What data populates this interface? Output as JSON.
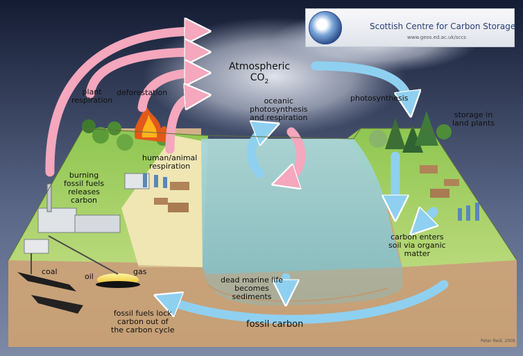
{
  "header": {
    "logo": {
      "name": "sccs-logo-globe",
      "text": ""
    },
    "title": "Scottish Centre for Carbon Storage",
    "url": "www.geos.ed.ac.uk/sccs"
  },
  "atmosphere": {
    "label_main": "Atmospheric",
    "label_co2": "CO",
    "label_sub": "2"
  },
  "labels": {
    "plant_respiration": [
      "plant",
      "respiration"
    ],
    "deforestation": "deforestation",
    "oceanic": [
      "oceanic",
      "photosynthesis",
      "and respiration"
    ],
    "photosynthesis": "photosynthesis",
    "storage_land_plants": [
      "storage in",
      "land plants"
    ],
    "burning_fossil_fuels": [
      "burning",
      "fossil fuels",
      "releases",
      "carbon"
    ],
    "human_animal_respiration": [
      "human/animal",
      "respiration"
    ],
    "carbon_enters_soil": [
      "carbon enters",
      "soil via organic",
      "matter"
    ],
    "coal": "coal",
    "oil": "oil",
    "gas": "gas",
    "dead_marine_life": [
      "dead marine life",
      "becomes",
      "sediments"
    ],
    "fossil_lock": [
      "fossil fuels lock",
      "carbon out of",
      "the carbon cycle"
    ],
    "fossil_carbon": "fossil carbon",
    "credit": "Peter Reid, 2009"
  },
  "colors": {
    "emission_arrow": "#f4a7bd",
    "uptake_arrow": "#8fd0f0",
    "land": "#a6cf63",
    "soil": "#c8a57c",
    "water": "#8ec9cf",
    "sky_top": "#1a2440",
    "sky_mid": "#6d7b99"
  }
}
